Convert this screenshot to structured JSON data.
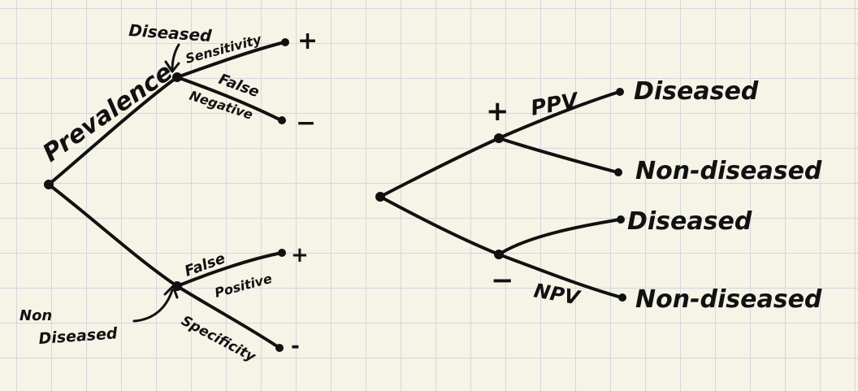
{
  "colors": {
    "ink": "#111111",
    "paper": "#f6f3e7",
    "grid": "#d3d8dd"
  },
  "left_tree": {
    "root_label": "Prevalence",
    "diseased_label": "Diseased",
    "non_diseased_label": "Non\nDiseased",
    "non_label_line1": "Non",
    "non_label_line2": "Diseased",
    "sensitivity_label": "Sensitivity",
    "false_negative_line1": "False",
    "false_negative_line2": "Negative",
    "false_positive_line1": "False",
    "false_positive_line2": "Positive",
    "specificity_label": "Specificity",
    "plus_top": "+",
    "minus_top": "−",
    "plus_bottom": "+",
    "minus_bottom": "-"
  },
  "right_tree": {
    "plus_sign": "+",
    "minus_sign": "−",
    "ppv_label": "PPV",
    "npv_label": "NPV",
    "leaf1": "Diseased",
    "leaf2": "Non-diseased",
    "leaf3": "Diseased",
    "leaf4": "Non-diseased"
  }
}
